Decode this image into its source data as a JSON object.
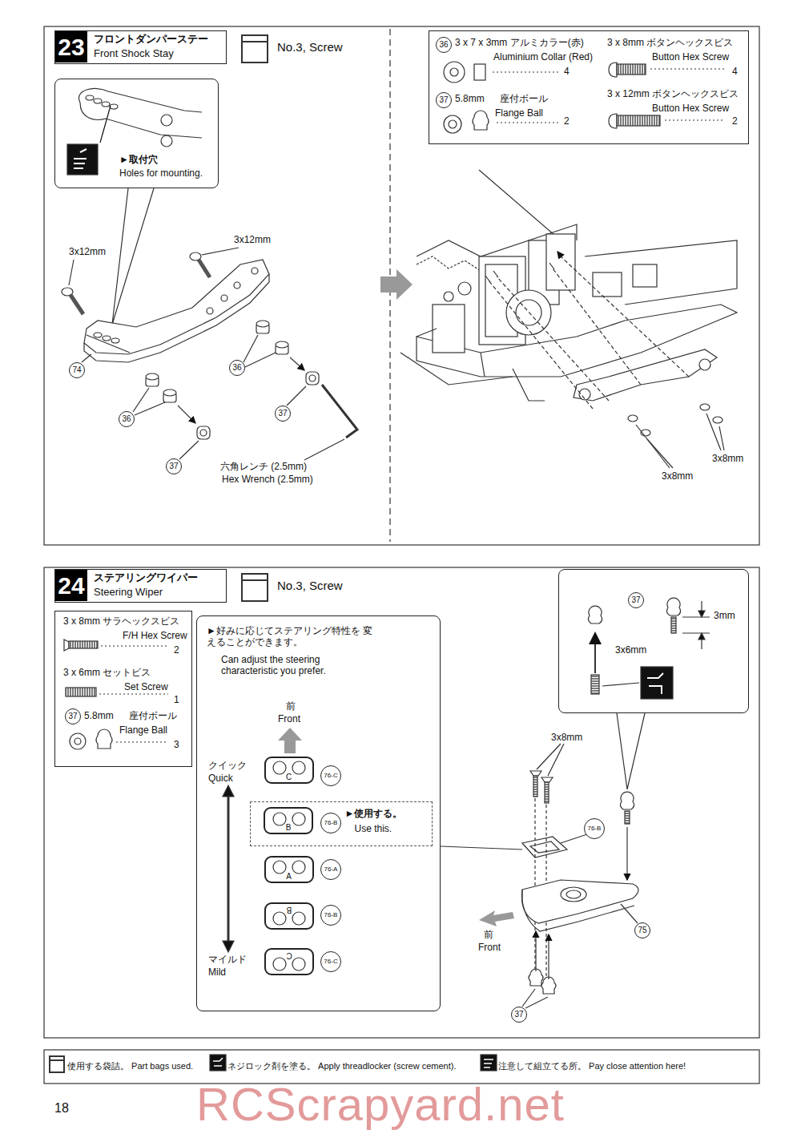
{
  "diagram": {
    "nodes": [
      {
        "text": [
          "23",
          "フロントダンパーステー",
          "Front Shock Stay"
        ]
      },
      {
        "text": [
          "No.3, Screw"
        ]
      },
      {
        "text": [
          "►取付穴",
          "Holes for mounting."
        ]
      },
      {
        "text": [
          "36",
          "3 x 7 x 3mm アルミカラー(赤)",
          "Aluminium Collar (Red)",
          "4",
          "3 x 8mm ボタンヘックスビス",
          "Button Hex Screw",
          "4",
          "37",
          "5.8mm",
          "座付ボール",
          "Flange Ball",
          "2",
          "3 x 12mm ボタンヘックスビス",
          "Button Hex Screw",
          "2"
        ]
      },
      {
        "text": [
          "24",
          "ステアリングワイパー",
          "Steering Wiper"
        ]
      },
      {
        "text": [
          "No.3, Screw"
        ]
      },
      {
        "text": [
          "3 x 8mm サラヘックスビス",
          "F/H Hex Screw",
          "2",
          "3 x 6mm セットビス",
          "Set Screw",
          "1",
          "37",
          "5.8mm",
          "座付ボール",
          "Flange Ball",
          "3"
        ]
      },
      {
        "text": [
          "►好みに応じてステアリング特性を 変えることができます。",
          "Can adjust the steering characteristic you prefer.",
          "前",
          "Front",
          "クイック",
          "Quick",
          "マイルド",
          "Mild"
        ]
      },
      {
        "text": [
          "C"
        ],
        "in": 7
      },
      {
        "text": [
          "►使用する。",
          "Use this."
        ],
        "in": 7
      },
      {
        "text": [
          "B"
        ],
        "in": 9
      },
      {
        "text": [
          "A"
        ],
        "in": 7
      },
      {
        "text": [
          "B"
        ],
        "in": 7
      },
      {
        "text": [
          "C"
        ],
        "in": 7
      },
      {
        "text": [
          "37",
          "3mm",
          "3x6mm"
        ]
      }
    ],
    "labels": [
      "3x12mm",
      "3x12mm",
      "74",
      "36",
      "36",
      "37",
      "37",
      "六角レンチ (2.5mm)",
      "Hex Wrench (2.5mm)",
      "3x8mm",
      "3x8mm",
      "76-C",
      "76-B",
      "76-A",
      "76-B",
      "76-C",
      "3x8mm",
      "76-B",
      "75",
      "前",
      "Front",
      "37",
      "18",
      "RCScrapyard.net"
    ],
    "legend": [
      {
        "text": "使用する袋詰。 Part bags used."
      },
      {
        "text": "ネジロック剤を塗る。 Apply threadlocker (screw cement)."
      },
      {
        "text": "注意して組立てる所。 Pay close attention here!"
      }
    ]
  }
}
